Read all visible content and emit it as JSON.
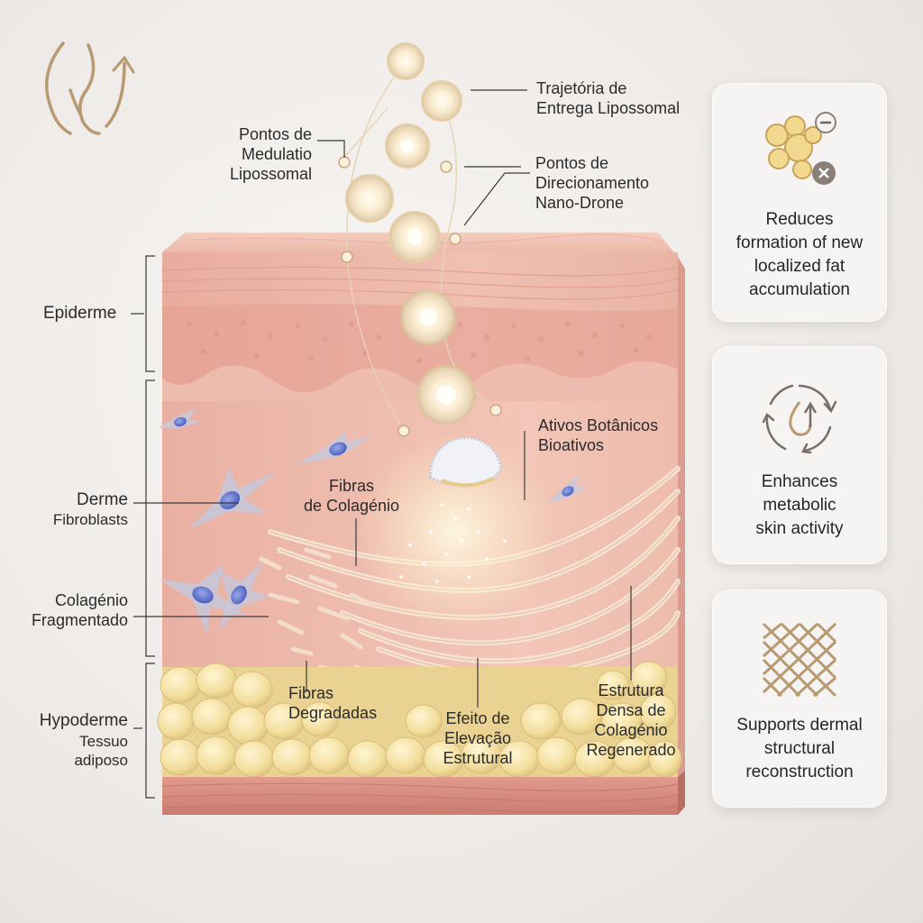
{
  "labels": {
    "trajetoria": [
      "Trajetória de",
      "Entrega Lipossomal"
    ],
    "pontos_medulatio": [
      "Pontos de",
      "Medulatio",
      "Lipossomal"
    ],
    "pontos_direcionamento": [
      "Pontos de",
      "Direcionamento",
      "Nano-Drone"
    ],
    "epiderme": "Epiderme",
    "derme": "Derme",
    "fibroblasts": "Fibroblasts",
    "colageno_fragmentado": [
      "Colagénio",
      "Fragmentado"
    ],
    "hypoderme": "Hypoderme",
    "tessuo_adiposo": [
      "Tessuo",
      "adiposo"
    ],
    "fibras_colagenio": [
      "Fibras",
      "de Colagénio"
    ],
    "ativos_botanicos": [
      "Ativos Botânicos",
      "Bioativos"
    ],
    "fibras_degradadas": [
      "Fibras",
      "Degradadas"
    ],
    "efeito_elevacao": [
      "Efeito de",
      "Elevação",
      "Estrutural"
    ],
    "estrutura_densa": [
      "Estrutura",
      "Densa de",
      "Colagénio",
      "Regenerado"
    ]
  },
  "cards": [
    {
      "icon": "fat-cells-reduce-icon",
      "text": [
        "Reduces",
        "formation of new",
        "localized fat",
        "accumulation"
      ]
    },
    {
      "icon": "metabolic-cycle-icon",
      "text": [
        "Enhances",
        "metabolic",
        "skin activity"
      ]
    },
    {
      "icon": "mesh-structure-icon",
      "text": [
        "Supports dermal",
        "structural",
        "reconstruction"
      ]
    }
  ],
  "colors": {
    "epidermis": "#e9b3a6",
    "dermis": "#eebfb3",
    "fat": "#f3e2a8",
    "base": "#d9887e",
    "accent_gold": "#b89a72",
    "fibroblast_nucleus": "#6b7fd0"
  },
  "logo_icon": "body-silhouette-arrow-icon"
}
